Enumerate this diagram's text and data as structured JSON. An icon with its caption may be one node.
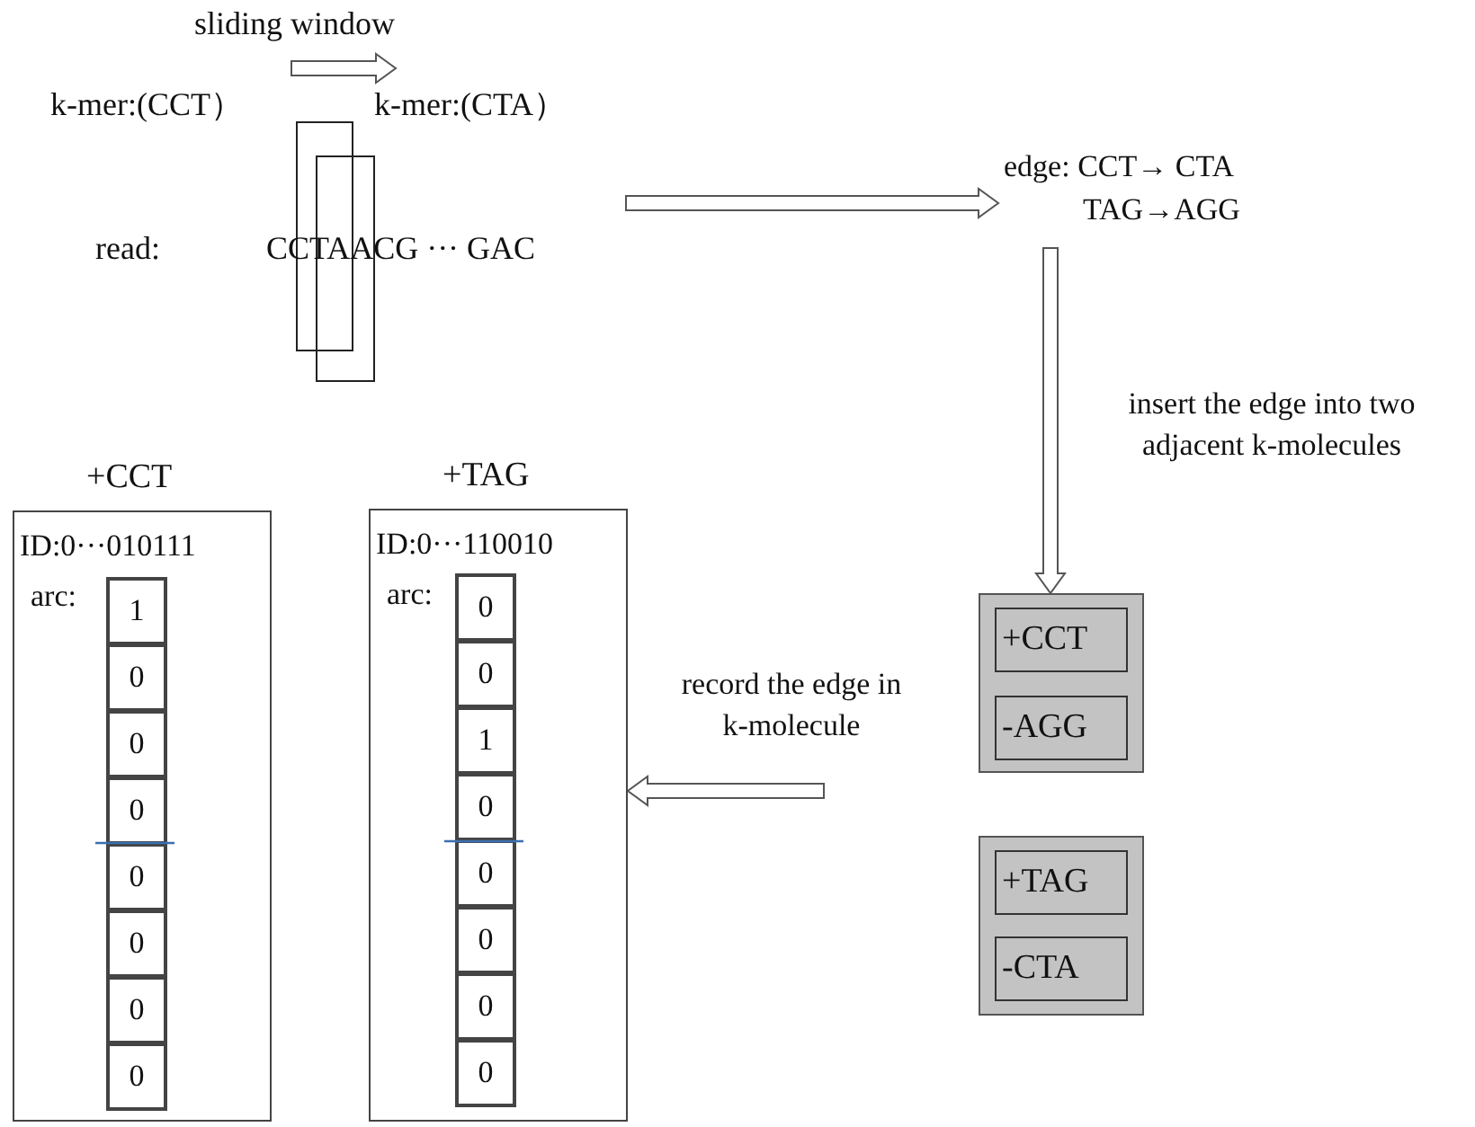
{
  "diagram": {
    "nodes": [
      {
        "text": [
          "read:",
          "CCTAACG ··· GAC"
        ]
      },
      {
        "text": [
          "edge: CCT→ CTA",
          "TAG→AGG"
        ]
      },
      {
        "text": [],
        "shape": "box"
      },
      {
        "text": [
          "+CCT"
        ],
        "in": 2
      },
      {
        "text": [
          "-AGG"
        ],
        "in": 2
      },
      {
        "text": [],
        "shape": "box"
      },
      {
        "text": [
          "+TAG"
        ],
        "in": 5
      },
      {
        "text": [
          "-CTA"
        ],
        "in": 5
      },
      {
        "text": [
          "+CCT",
          "ID:0···010111",
          "arc:"
        ]
      },
      {
        "text": [
          "1"
        ],
        "in": 8
      },
      {
        "text": [
          "0"
        ],
        "in": 8
      },
      {
        "text": [
          "0"
        ],
        "in": 8
      },
      {
        "text": [
          "0"
        ],
        "in": 8
      },
      {
        "text": [
          "0"
        ],
        "in": 8
      },
      {
        "text": [
          "0"
        ],
        "in": 8
      },
      {
        "text": [
          "0"
        ],
        "in": 8
      },
      {
        "text": [
          "0"
        ],
        "in": 8
      },
      {
        "text": [
          "+TAG",
          "ID:0···110010",
          "arc:"
        ]
      },
      {
        "text": [
          "0"
        ],
        "in": 17
      },
      {
        "text": [
          "0"
        ],
        "in": 17
      },
      {
        "text": [
          "1"
        ],
        "in": 17
      },
      {
        "text": [
          "0"
        ],
        "in": 17
      },
      {
        "text": [
          "0"
        ],
        "in": 17
      },
      {
        "text": [
          "0"
        ],
        "in": 17
      },
      {
        "text": [
          "0"
        ],
        "in": 17
      },
      {
        "text": [
          "0"
        ],
        "in": 17
      }
    ],
    "edges": [
      {
        "from": 0,
        "to": 1,
        "arrow": "to"
      },
      {
        "from": 1,
        "to": 2,
        "arrow": "to",
        "label": "insert the edge into two adjacent k-molecules"
      },
      {
        "from": null,
        "to": 17,
        "arrow": "to",
        "label": "record the edge in k-molecule"
      }
    ],
    "labels": [
      "sliding window",
      "k-mer:(CCT）",
      "k-mer:(CTA）"
    ]
  }
}
